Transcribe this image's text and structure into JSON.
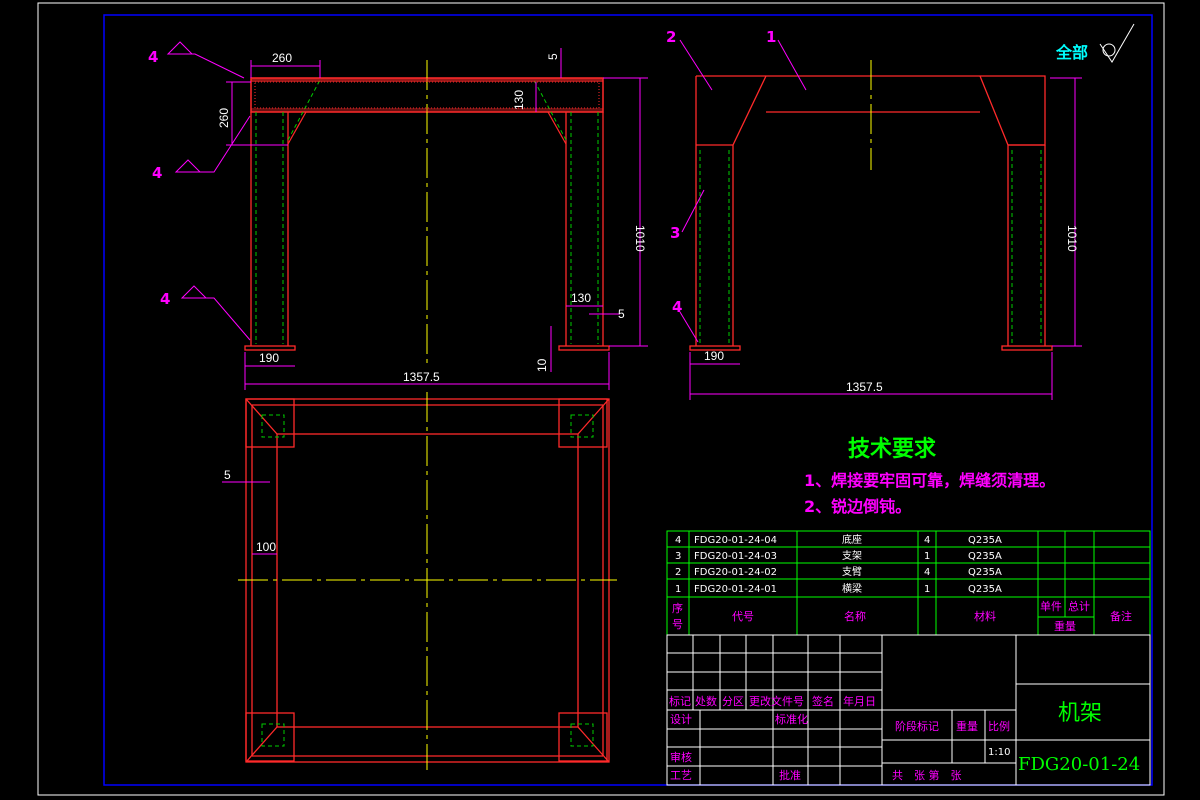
{
  "views": {
    "front": {
      "dims": {
        "top_width": "260",
        "top_height": "260",
        "plate_thickness": "5",
        "beam_height": "130",
        "total_height": "1010",
        "leg_width": "130",
        "leg_plate": "5",
        "foot_width": "190",
        "foot_height": "10",
        "total_width": "1357.5"
      },
      "balloons": [
        "4",
        "4",
        "4"
      ]
    },
    "side": {
      "dims": {
        "total_height": "1010",
        "foot_width": "190",
        "total_width": "1357.5"
      },
      "balloons": [
        "2",
        "1",
        "3",
        "4"
      ]
    },
    "top": {
      "dims": {
        "plate": "5",
        "offset": "100"
      }
    }
  },
  "surface_mark": "全部",
  "tech_req": {
    "title": "技术要求",
    "items": [
      "1、焊接要牢固可靠，焊缝须清理。",
      "2、锐边倒钝。"
    ]
  },
  "bom": {
    "rows": [
      {
        "no": "4",
        "code": "FDG20-01-24-04",
        "name": "底座",
        "qty": "4",
        "material": "Q235A"
      },
      {
        "no": "3",
        "code": "FDG20-01-24-03",
        "name": "支架",
        "qty": "1",
        "material": "Q235A"
      },
      {
        "no": "2",
        "code": "FDG20-01-24-02",
        "name": "支臂",
        "qty": "4",
        "material": "Q235A"
      },
      {
        "no": "1",
        "code": "FDG20-01-24-01",
        "name": "横梁",
        "qty": "1",
        "material": "Q235A"
      }
    ],
    "header": {
      "no_1": "序",
      "no_2": "号",
      "code": "代号",
      "name": "名称",
      "material": "材料",
      "single": "单件",
      "total": "总计",
      "weight": "重量",
      "remark": "备注"
    }
  },
  "title_block": {
    "mark": "标记",
    "count": "处数",
    "zone": "分区",
    "change_doc": "更改文件号",
    "sign": "签名",
    "date": "年月日",
    "design": "设计",
    "standard": "标准化",
    "review": "审核",
    "process": "工艺",
    "approve": "批准",
    "stage": "阶段标记",
    "weight": "重量",
    "scale": "比例",
    "scale_value": "1:10",
    "sheets": "共　张 第　张",
    "drawing_name": "机架",
    "drawing_no": "FDG20-01-24"
  },
  "colors": {
    "background": "#000000",
    "border": "#0000ff",
    "part": "#ff2a2a",
    "hidden": "#00cc00",
    "center": "#ffff00",
    "dimension": "#ff00ff",
    "table_line": "#00ff00",
    "title": "#00ff00"
  }
}
